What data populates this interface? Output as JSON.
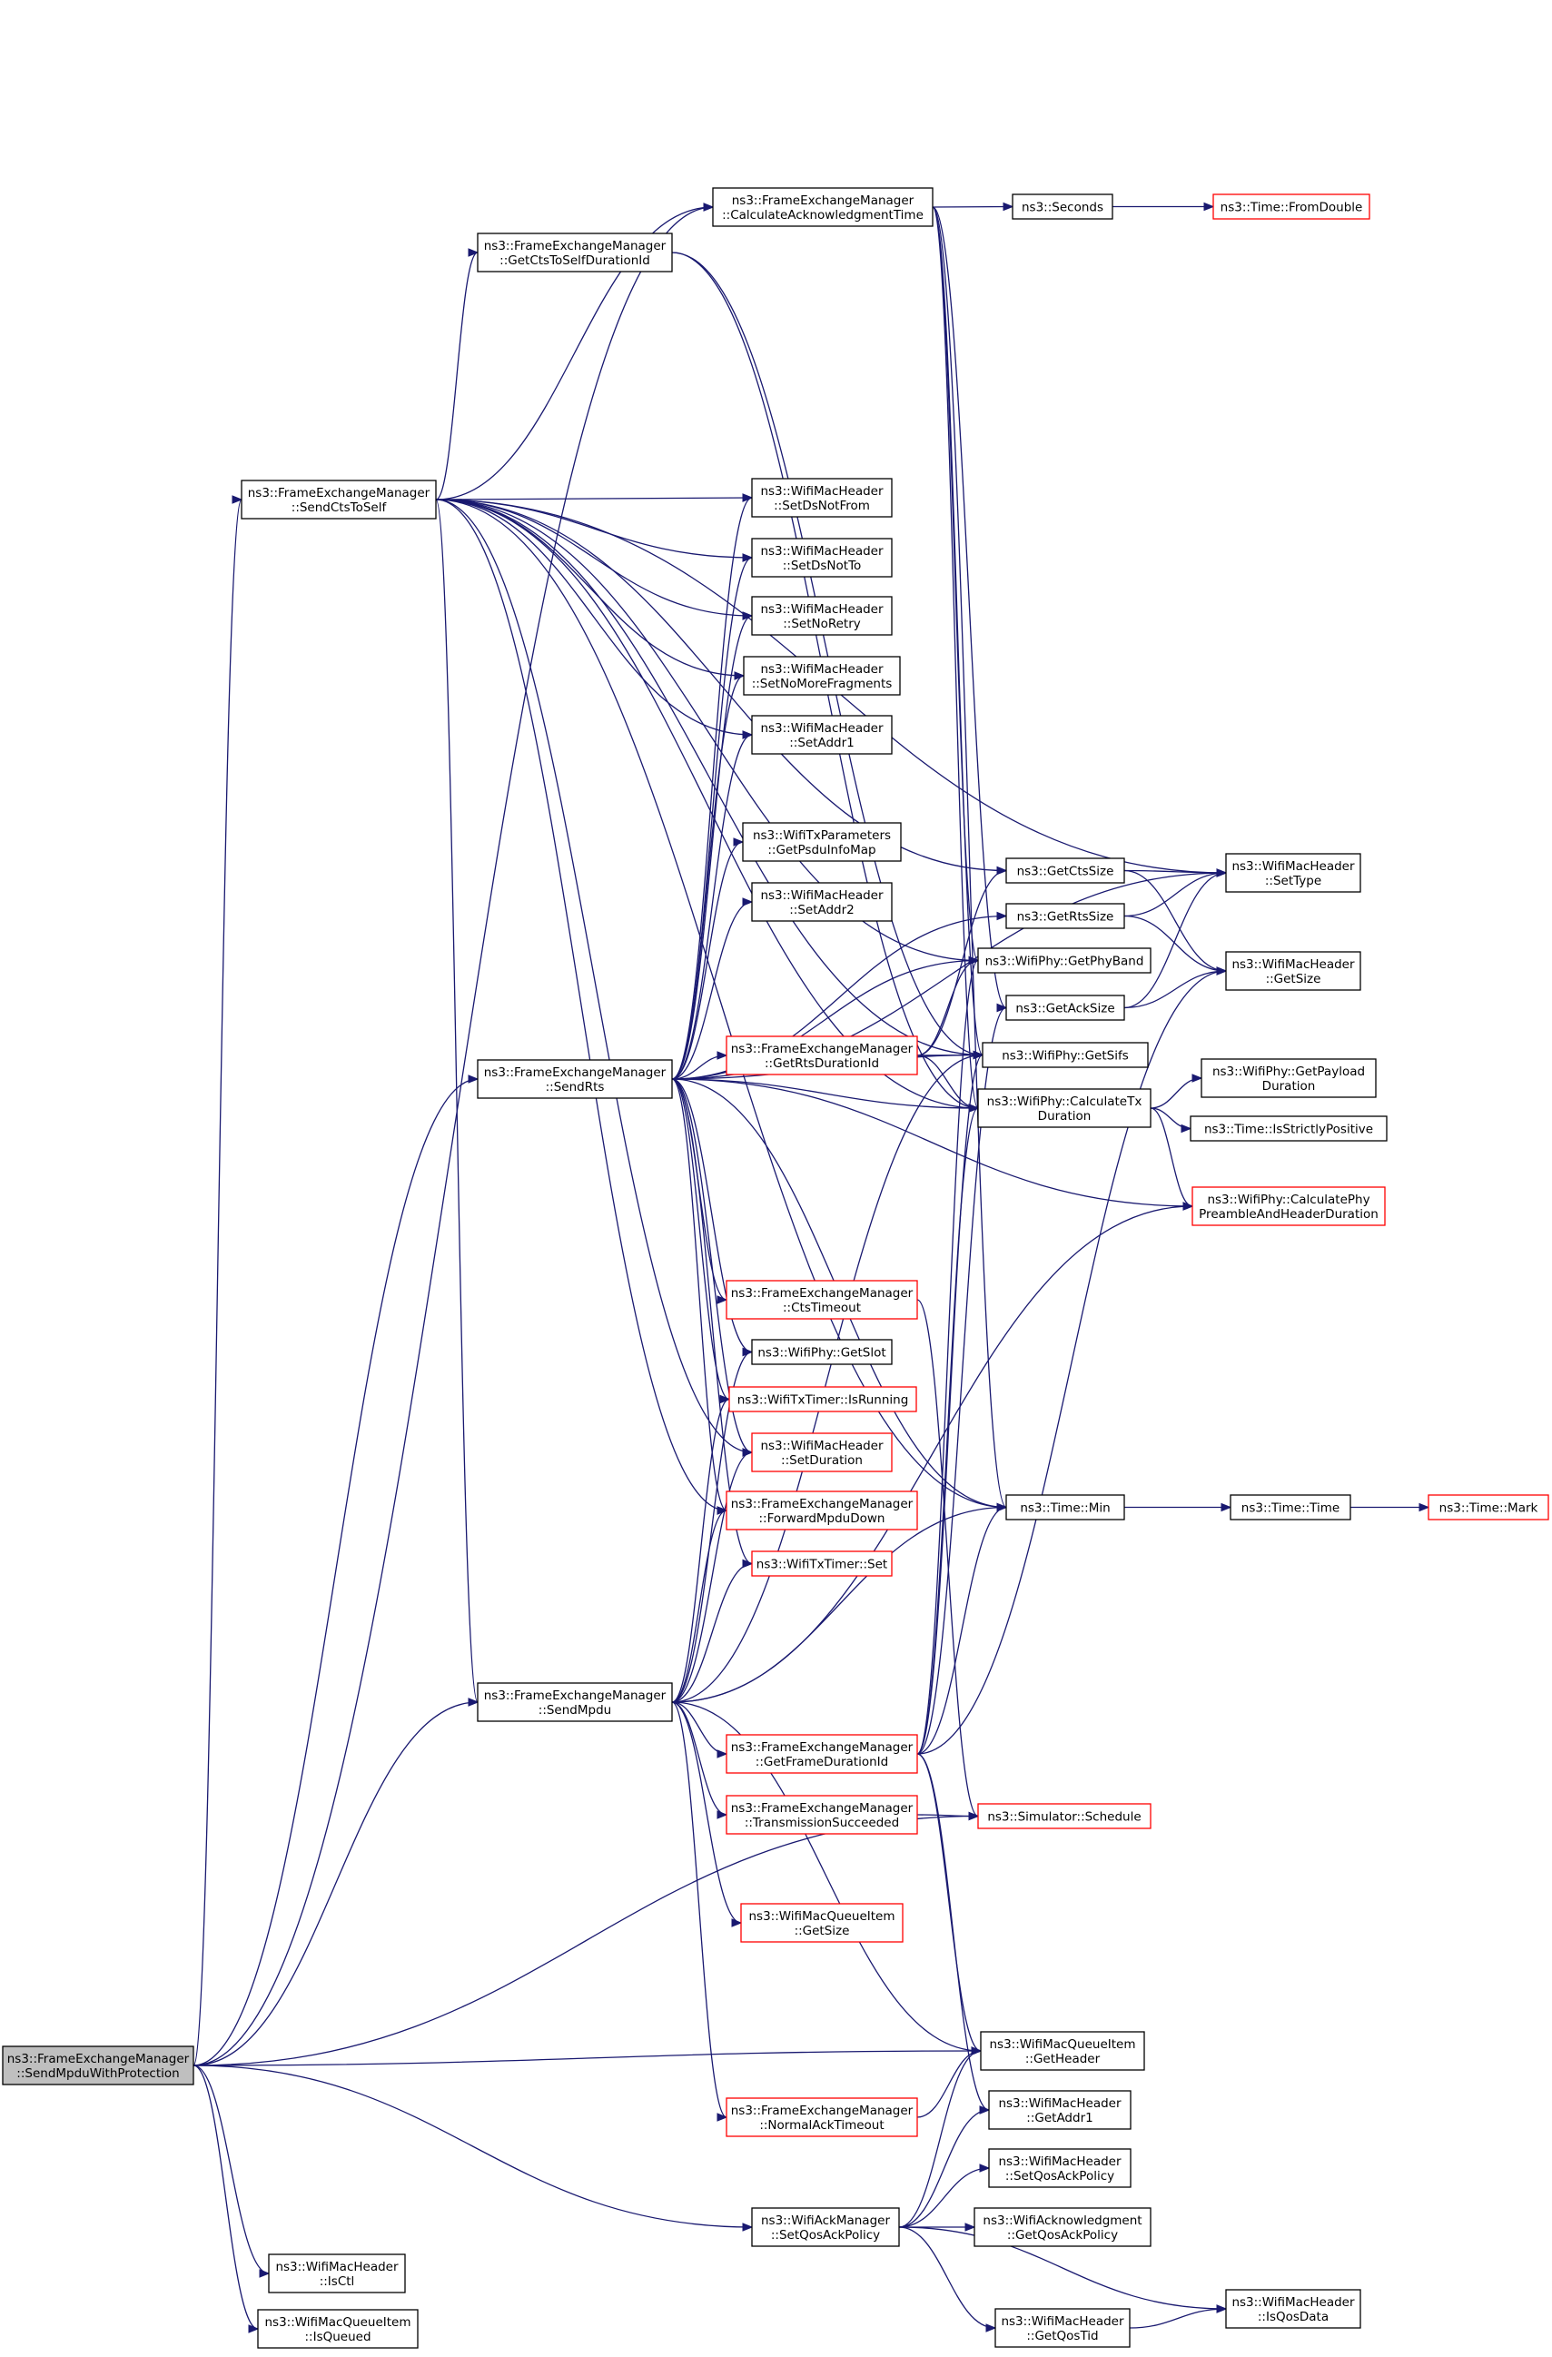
{
  "colors": {
    "edge": "#191970",
    "node_border": "#000000",
    "truncated_border": "#ff0000",
    "root_fill": "#bfbfbf"
  },
  "nodes": [
    {
      "id": "root",
      "lines": [
        "ns3::FrameExchangeManager",
        "::SendMpduWithProtection"
      ],
      "style": "root"
    },
    {
      "id": "sendCts",
      "lines": [
        "ns3::FrameExchangeManager",
        "::SendCtsToSelf"
      ],
      "style": "normal"
    },
    {
      "id": "sendRts",
      "lines": [
        "ns3::FrameExchangeManager",
        "::SendRts"
      ],
      "style": "normal"
    },
    {
      "id": "sendMpdu",
      "lines": [
        "ns3::FrameExchangeManager",
        "::SendMpdu"
      ],
      "style": "normal"
    },
    {
      "id": "isCtl",
      "lines": [
        "ns3::WifiMacHeader",
        "::IsCtl"
      ],
      "style": "normal"
    },
    {
      "id": "isQueued",
      "lines": [
        "ns3::WifiMacQueueItem",
        "::IsQueued"
      ],
      "style": "normal"
    },
    {
      "id": "calcAck",
      "lines": [
        "ns3::FrameExchangeManager",
        "::CalculateAcknowledgmentTime"
      ],
      "style": "normal"
    },
    {
      "id": "getCtsSelf",
      "lines": [
        "ns3::FrameExchangeManager",
        "::GetCtsToSelfDurationId"
      ],
      "style": "normal"
    },
    {
      "id": "setDsNotFrom",
      "lines": [
        "ns3::WifiMacHeader",
        "::SetDsNotFrom"
      ],
      "style": "normal"
    },
    {
      "id": "setDsNotTo",
      "lines": [
        "ns3::WifiMacHeader",
        "::SetDsNotTo"
      ],
      "style": "normal"
    },
    {
      "id": "setNoRetry",
      "lines": [
        "ns3::WifiMacHeader",
        "::SetNoRetry"
      ],
      "style": "normal"
    },
    {
      "id": "setNoMoreFrag",
      "lines": [
        "ns3::WifiMacHeader",
        "::SetNoMoreFragments"
      ],
      "style": "normal"
    },
    {
      "id": "setAddr1",
      "lines": [
        "ns3::WifiMacHeader",
        "::SetAddr1"
      ],
      "style": "normal"
    },
    {
      "id": "getPsdu",
      "lines": [
        "ns3::WifiTxParameters",
        "::GetPsduInfoMap"
      ],
      "style": "normal"
    },
    {
      "id": "setAddr2",
      "lines": [
        "ns3::WifiMacHeader",
        "::SetAddr2"
      ],
      "style": "normal"
    },
    {
      "id": "getRtsDur",
      "lines": [
        "ns3::FrameExchangeManager",
        "::GetRtsDurationId"
      ],
      "style": "red"
    },
    {
      "id": "ctsTimeout",
      "lines": [
        "ns3::FrameExchangeManager",
        "::CtsTimeout"
      ],
      "style": "red"
    },
    {
      "id": "getSlot",
      "lines": [
        "ns3::WifiPhy::GetSlot"
      ],
      "style": "normal"
    },
    {
      "id": "isRunning",
      "lines": [
        "ns3::WifiTxTimer::IsRunning"
      ],
      "style": "red"
    },
    {
      "id": "setDuration",
      "lines": [
        "ns3::WifiMacHeader",
        "::SetDuration"
      ],
      "style": "red"
    },
    {
      "id": "fwdMpdu",
      "lines": [
        "ns3::FrameExchangeManager",
        "::ForwardMpduDown"
      ],
      "style": "red"
    },
    {
      "id": "timerSet",
      "lines": [
        "ns3::WifiTxTimer::Set"
      ],
      "style": "red"
    },
    {
      "id": "getFrameDur",
      "lines": [
        "ns3::FrameExchangeManager",
        "::GetFrameDurationId"
      ],
      "style": "red"
    },
    {
      "id": "txSucc",
      "lines": [
        "ns3::FrameExchangeManager",
        "::TransmissionSucceeded"
      ],
      "style": "red"
    },
    {
      "id": "mqiGetSize",
      "lines": [
        "ns3::WifiMacQueueItem",
        "::GetSize"
      ],
      "style": "red"
    },
    {
      "id": "normalAck",
      "lines": [
        "ns3::FrameExchangeManager",
        "::NormalAckTimeout"
      ],
      "style": "red"
    },
    {
      "id": "setQosAckMgr",
      "lines": [
        "ns3::WifiAckManager",
        "::SetQosAckPolicy"
      ],
      "style": "normal"
    },
    {
      "id": "seconds",
      "lines": [
        "ns3::Seconds"
      ],
      "style": "normal"
    },
    {
      "id": "fromDouble",
      "lines": [
        "ns3::Time::FromDouble"
      ],
      "style": "red"
    },
    {
      "id": "getCtsSize",
      "lines": [
        "ns3::GetCtsSize"
      ],
      "style": "normal"
    },
    {
      "id": "getRtsSize",
      "lines": [
        "ns3::GetRtsSize"
      ],
      "style": "normal"
    },
    {
      "id": "getPhyBand",
      "lines": [
        "ns3::WifiPhy::GetPhyBand"
      ],
      "style": "normal"
    },
    {
      "id": "getAckSize",
      "lines": [
        "ns3::GetAckSize"
      ],
      "style": "normal"
    },
    {
      "id": "getSifs",
      "lines": [
        "ns3::WifiPhy::GetSifs"
      ],
      "style": "normal"
    },
    {
      "id": "calcTx",
      "lines": [
        "ns3::WifiPhy::CalculateTx",
        "Duration"
      ],
      "style": "normal"
    },
    {
      "id": "timeMin",
      "lines": [
        "ns3::Time::Min"
      ],
      "style": "normal"
    },
    {
      "id": "schedule",
      "lines": [
        "ns3::Simulator::Schedule"
      ],
      "style": "red"
    },
    {
      "id": "mqiGetHeader",
      "lines": [
        "ns3::WifiMacQueueItem",
        "::GetHeader"
      ],
      "style": "normal"
    },
    {
      "id": "getAddr1",
      "lines": [
        "ns3::WifiMacHeader",
        "::GetAddr1"
      ],
      "style": "normal"
    },
    {
      "id": "setQosAckHdr",
      "lines": [
        "ns3::WifiMacHeader",
        "::SetQosAckPolicy"
      ],
      "style": "normal"
    },
    {
      "id": "getQosAckPol",
      "lines": [
        "ns3::WifiAcknowledgment",
        "::GetQosAckPolicy"
      ],
      "style": "normal"
    },
    {
      "id": "getQosTid",
      "lines": [
        "ns3::WifiMacHeader",
        "::GetQosTid"
      ],
      "style": "normal"
    },
    {
      "id": "setType",
      "lines": [
        "ns3::WifiMacHeader",
        "::SetType"
      ],
      "style": "normal"
    },
    {
      "id": "hdrGetSize",
      "lines": [
        "ns3::WifiMacHeader",
        "::GetSize"
      ],
      "style": "normal"
    },
    {
      "id": "getPayload",
      "lines": [
        "ns3::WifiPhy::GetPayload",
        "Duration"
      ],
      "style": "normal"
    },
    {
      "id": "isStrictPos",
      "lines": [
        "ns3::Time::IsStrictlyPositive"
      ],
      "style": "normal"
    },
    {
      "id": "calcPreamble",
      "lines": [
        "ns3::WifiPhy::CalculatePhy",
        "PreambleAndHeaderDuration"
      ],
      "style": "red"
    },
    {
      "id": "timeTime",
      "lines": [
        "ns3::Time::Time"
      ],
      "style": "normal"
    },
    {
      "id": "isQosData",
      "lines": [
        "ns3::WifiMacHeader",
        "::IsQosData"
      ],
      "style": "normal"
    },
    {
      "id": "timeMark",
      "lines": [
        "ns3::Time::Mark"
      ],
      "style": "red"
    }
  ],
  "edges": [
    [
      "root",
      "sendCts"
    ],
    [
      "root",
      "sendRts"
    ],
    [
      "root",
      "sendMpdu"
    ],
    [
      "root",
      "isCtl"
    ],
    [
      "root",
      "isQueued"
    ],
    [
      "root",
      "setQosAckMgr"
    ],
    [
      "root",
      "mqiGetHeader"
    ],
    [
      "root",
      "schedule"
    ],
    [
      "root",
      "calcAck"
    ],
    [
      "sendCts",
      "calcAck"
    ],
    [
      "sendCts",
      "getCtsSelf"
    ],
    [
      "sendCts",
      "setDsNotFrom"
    ],
    [
      "sendCts",
      "setDsNotTo"
    ],
    [
      "sendCts",
      "setNoRetry"
    ],
    [
      "sendCts",
      "setNoMoreFrag"
    ],
    [
      "sendCts",
      "setAddr1"
    ],
    [
      "sendCts",
      "setDuration"
    ],
    [
      "sendCts",
      "fwdMpdu"
    ],
    [
      "sendCts",
      "sendMpdu"
    ],
    [
      "sendCts",
      "setType"
    ],
    [
      "sendCts",
      "getCtsSize"
    ],
    [
      "sendCts",
      "getPhyBand"
    ],
    [
      "sendCts",
      "getSifs"
    ],
    [
      "sendCts",
      "calcTx"
    ],
    [
      "sendCts",
      "timeMin"
    ],
    [
      "sendRts",
      "setDsNotFrom"
    ],
    [
      "sendRts",
      "setDsNotTo"
    ],
    [
      "sendRts",
      "setNoRetry"
    ],
    [
      "sendRts",
      "setNoMoreFrag"
    ],
    [
      "sendRts",
      "setAddr1"
    ],
    [
      "sendRts",
      "getPsdu"
    ],
    [
      "sendRts",
      "setAddr2"
    ],
    [
      "sendRts",
      "getRtsDur"
    ],
    [
      "sendRts",
      "ctsTimeout"
    ],
    [
      "sendRts",
      "getSlot"
    ],
    [
      "sendRts",
      "isRunning"
    ],
    [
      "sendRts",
      "setDuration"
    ],
    [
      "sendRts",
      "fwdMpdu"
    ],
    [
      "sendRts",
      "timerSet"
    ],
    [
      "sendRts",
      "setType"
    ],
    [
      "sendRts",
      "getRtsSize"
    ],
    [
      "sendRts",
      "getPhyBand"
    ],
    [
      "sendRts",
      "getSifs"
    ],
    [
      "sendRts",
      "calcTx"
    ],
    [
      "sendRts",
      "calcPreamble"
    ],
    [
      "sendRts",
      "timeMin"
    ],
    [
      "sendMpdu",
      "getFrameDur"
    ],
    [
      "sendMpdu",
      "txSucc"
    ],
    [
      "sendMpdu",
      "mqiGetSize"
    ],
    [
      "sendMpdu",
      "normalAck"
    ],
    [
      "sendMpdu",
      "getSlot"
    ],
    [
      "sendMpdu",
      "isRunning"
    ],
    [
      "sendMpdu",
      "setDuration"
    ],
    [
      "sendMpdu",
      "fwdMpdu"
    ],
    [
      "sendMpdu",
      "timerSet"
    ],
    [
      "sendMpdu",
      "mqiGetHeader"
    ],
    [
      "sendMpdu",
      "calcPreamble"
    ],
    [
      "sendMpdu",
      "getSifs"
    ],
    [
      "sendMpdu",
      "timeMin"
    ],
    [
      "calcAck",
      "seconds"
    ],
    [
      "calcAck",
      "getAckSize"
    ],
    [
      "calcAck",
      "getPhyBand"
    ],
    [
      "calcAck",
      "getSifs"
    ],
    [
      "calcAck",
      "calcTx"
    ],
    [
      "calcAck",
      "timeMin"
    ],
    [
      "getCtsSelf",
      "getSifs"
    ],
    [
      "getCtsSelf",
      "calcTx"
    ],
    [
      "seconds",
      "fromDouble"
    ],
    [
      "getRtsDur",
      "getCtsSize"
    ],
    [
      "getRtsDur",
      "getPhyBand"
    ],
    [
      "getRtsDur",
      "getSifs"
    ],
    [
      "getRtsDur",
      "calcTx"
    ],
    [
      "getFrameDur",
      "getAckSize"
    ],
    [
      "getFrameDur",
      "getPhyBand"
    ],
    [
      "getFrameDur",
      "getSifs"
    ],
    [
      "getFrameDur",
      "calcTx"
    ],
    [
      "getFrameDur",
      "timeMin"
    ],
    [
      "getFrameDur",
      "mqiGetHeader"
    ],
    [
      "getFrameDur",
      "getAddr1"
    ],
    [
      "getFrameDur",
      "hdrGetSize"
    ],
    [
      "txSucc",
      "schedule"
    ],
    [
      "ctsTimeout",
      "schedule"
    ],
    [
      "normalAck",
      "mqiGetHeader"
    ],
    [
      "setQosAckMgr",
      "mqiGetHeader"
    ],
    [
      "setQosAckMgr",
      "getAddr1"
    ],
    [
      "setQosAckMgr",
      "setQosAckHdr"
    ],
    [
      "setQosAckMgr",
      "getQosAckPol"
    ],
    [
      "setQosAckMgr",
      "getQosTid"
    ],
    [
      "setQosAckMgr",
      "isQosData"
    ],
    [
      "getCtsSize",
      "setType"
    ],
    [
      "getCtsSize",
      "hdrGetSize"
    ],
    [
      "getRtsSize",
      "setType"
    ],
    [
      "getRtsSize",
      "hdrGetSize"
    ],
    [
      "getAckSize",
      "setType"
    ],
    [
      "getAckSize",
      "hdrGetSize"
    ],
    [
      "calcTx",
      "getPayload"
    ],
    [
      "calcTx",
      "isStrictPos"
    ],
    [
      "calcTx",
      "calcPreamble"
    ],
    [
      "timeMin",
      "timeTime"
    ],
    [
      "timeTime",
      "timeMark"
    ],
    [
      "getQosTid",
      "isQosData"
    ]
  ]
}
